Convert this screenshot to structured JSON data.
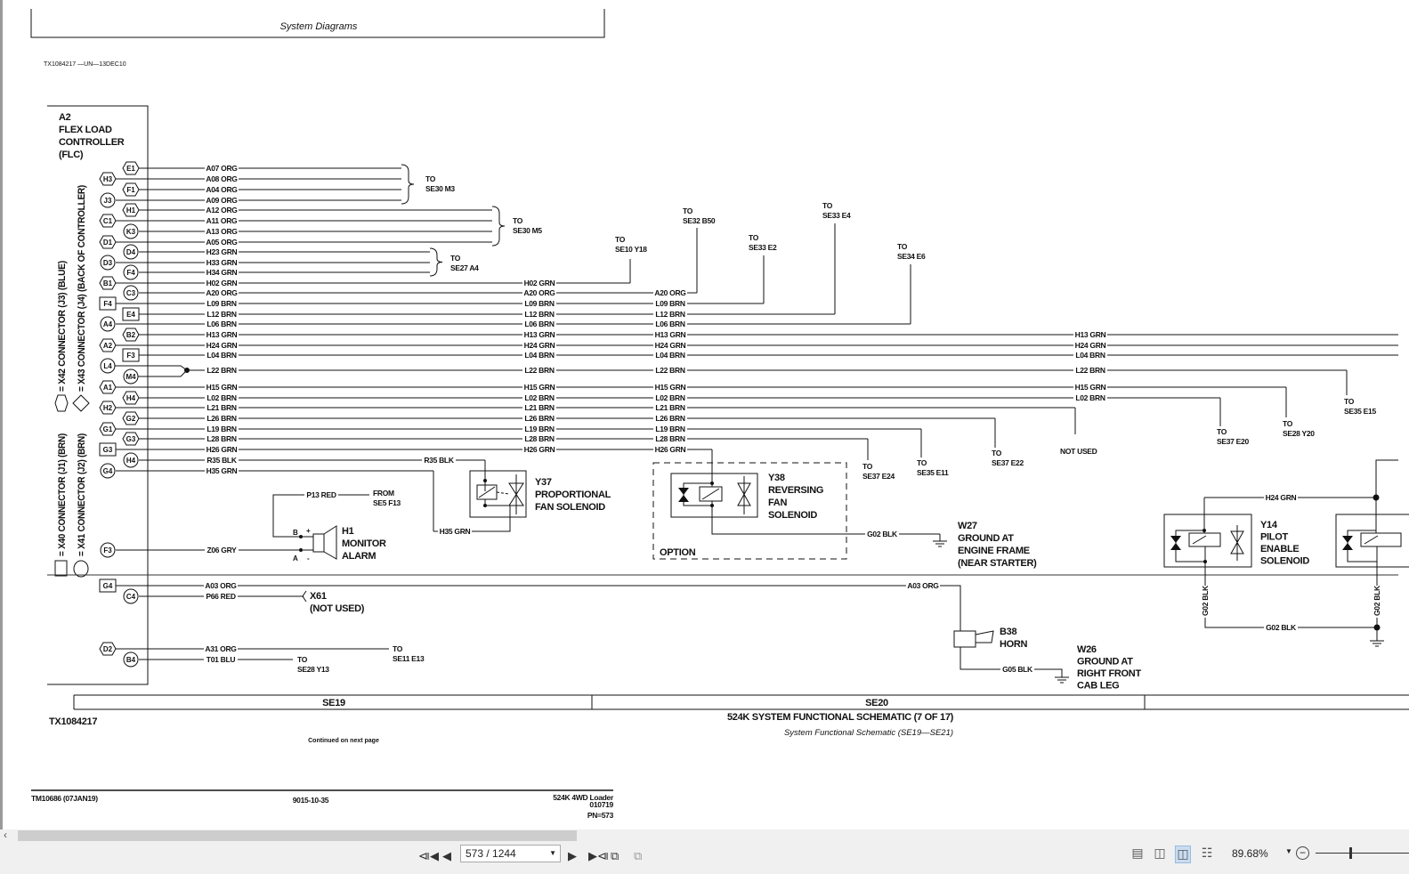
{
  "header": {
    "title": "System Diagrams",
    "figure_id": "TX1084217 —UN—13DEC10"
  },
  "controller": {
    "ref": "A2",
    "lines": [
      "FLEX LOAD",
      "CONTROLLER",
      "(FLC)"
    ]
  },
  "legend": {
    "x42": "= X42 CONNECTOR (J3) (BLUE)",
    "x43": "= X43 CONNECTOR (J4) (BACK OF CONTROLLER)",
    "x40": "= X40 CONNECTOR (J1) (BRN)",
    "x41": "= X41 CONNECTOR (J2) (BRN)"
  },
  "rows": [
    {
      "pin": "E1",
      "shape": "hex",
      "label": "A07 ORG"
    },
    {
      "pin": "H3",
      "shape": "hex",
      "label": "A08 ORG"
    },
    {
      "pin": "F1",
      "shape": "hex",
      "label": "A04 ORG"
    },
    {
      "pin": "J3",
      "shape": "circle",
      "label": "A09 ORG"
    },
    {
      "pin": "H1",
      "shape": "hex",
      "label": "A12 ORG"
    },
    {
      "pin": "C1",
      "shape": "hex",
      "label": "A11 ORG"
    },
    {
      "pin": "K3",
      "shape": "circle",
      "label": "A13 ORG"
    },
    {
      "pin": "D1",
      "shape": "hex",
      "label": "A05 ORG"
    },
    {
      "pin": "D4",
      "shape": "circle",
      "label": "H23 GRN"
    },
    {
      "pin": "D3",
      "shape": "circle",
      "label": "H33 GRN"
    },
    {
      "pin": "F4",
      "shape": "circle",
      "label": "H34 GRN"
    },
    {
      "pin": "B1",
      "shape": "hex",
      "label": "H02 GRN"
    },
    {
      "pin": "C3",
      "shape": "circle",
      "label": "A20 ORG"
    },
    {
      "pin": "F4",
      "shape": "square",
      "label": "L09 BRN"
    },
    {
      "pin": "E4",
      "shape": "square",
      "label": "L12 BRN"
    },
    {
      "pin": "A4",
      "shape": "circle",
      "label": "L06 BRN"
    },
    {
      "pin": "B2",
      "shape": "hex",
      "label": "H13 GRN"
    },
    {
      "pin": "A2",
      "shape": "hex",
      "label": "H24 GRN"
    },
    {
      "pin": "F3",
      "shape": "square",
      "label": "L04 BRN"
    },
    {
      "pin": "L4",
      "shape": "circle",
      "pin2": "M4",
      "shape2": "circle",
      "label": "L22 BRN"
    },
    {
      "pin": "A1",
      "shape": "hex",
      "label": "H15 GRN"
    },
    {
      "pin": "H4",
      "shape": "hex",
      "label": "L02 BRN"
    },
    {
      "pin": "H2",
      "shape": "hex",
      "label": "L21 BRN"
    },
    {
      "pin": "G2",
      "shape": "hex",
      "label": "L26 BRN"
    },
    {
      "pin": "G1",
      "shape": "hex",
      "label": "L19 BRN"
    },
    {
      "pin": "G3",
      "shape": "hex",
      "label": "L28 BRN"
    },
    {
      "pin": "G3",
      "shape": "square",
      "label": "H26 GRN"
    },
    {
      "pin": "H4",
      "shape": "circle",
      "label": "R35 BLK"
    },
    {
      "pin": "G4",
      "shape": "circle",
      "label": "H35 GRN"
    }
  ],
  "lower_rows": [
    {
      "pin": "F3",
      "shape": "circle",
      "label": "Z06 GRY"
    },
    {
      "pin": "G4",
      "shape": "square",
      "label": "A03 ORG"
    },
    {
      "pin": "C4",
      "shape": "circle",
      "label": "P66 RED"
    },
    {
      "pin": "D2",
      "shape": "hex",
      "label": "A31 ORG"
    },
    {
      "pin": "B4",
      "shape": "circle",
      "label": "T01 BLU"
    }
  ],
  "destinations": [
    {
      "to": "TO",
      "ref": "SE30 M3"
    },
    {
      "to": "TO",
      "ref": "SE30 M5"
    },
    {
      "to": "TO",
      "ref": "SE27 A4"
    },
    {
      "to": "TO",
      "ref": "SE10 Y18"
    },
    {
      "to": "TO",
      "ref": "SE32 B50"
    },
    {
      "to": "TO",
      "ref": "SE33 E2"
    },
    {
      "to": "TO",
      "ref": "SE33 E4"
    },
    {
      "to": "TO",
      "ref": "SE34 E6"
    },
    {
      "to": "TO",
      "ref": "SE35 E15"
    },
    {
      "to": "TO",
      "ref": "SE28 Y20"
    },
    {
      "to": "TO",
      "ref": "SE37 E20"
    },
    {
      "to": "",
      "ref": "NOT USED"
    },
    {
      "to": "TO",
      "ref": "SE37 E22"
    },
    {
      "to": "TO",
      "ref": "SE35 E11"
    },
    {
      "to": "TO",
      "ref": "SE37 E24"
    },
    {
      "to": "FROM",
      "ref": "SE5 F13"
    },
    {
      "to": "TO",
      "ref": "SE11 E13"
    },
    {
      "to": "TO",
      "ref": "SE28 Y13"
    }
  ],
  "misc_wires": {
    "p13": "P13 RED",
    "h35": "H35 GRN",
    "g02": "G02 BLK",
    "a03": "A03 ORG",
    "g05": "G05 BLK",
    "h24": "H24 GRN",
    "g02v": "G02 BLK",
    "g02h": "G02 BLK",
    "r35": "R35 BLK"
  },
  "components": {
    "y37": [
      "Y37",
      "PROPORTIONAL",
      "FAN SOLENOID"
    ],
    "y38": [
      "Y38",
      "REVERSING",
      "FAN",
      "SOLENOID"
    ],
    "option": "OPTION",
    "h1": [
      "H1",
      "MONITOR",
      "ALARM"
    ],
    "h1_pins": {
      "b": "B",
      "a": "A",
      "plus": "+",
      "minus": "-"
    },
    "x61": [
      "X61",
      "(NOT USED)"
    ],
    "w27": [
      "W27",
      "GROUND AT",
      "ENGINE FRAME",
      "(NEAR STARTER)"
    ],
    "b38": [
      "B38",
      "HORN"
    ],
    "w26": [
      "W26",
      "GROUND AT",
      "RIGHT FRONT",
      "CAB LEG"
    ],
    "y14": [
      "Y14",
      "PILOT",
      "ENABLE",
      "SOLENOID"
    ]
  },
  "sheet": {
    "sections": [
      "SE19",
      "SE20"
    ],
    "title": "524K SYSTEM FUNCTIONAL SCHEMATIC (7 OF 17)",
    "subtitle": "System Functional Schematic (SE19—SE21)",
    "figure": "TX1084217",
    "continued": "Continued on next page"
  },
  "footer": {
    "manual": "TM10686 (07JAN19)",
    "page_code": "9015-10-35",
    "machine": "524K 4WD Loader",
    "code": "010719",
    "pn": "PN=573"
  },
  "viewer": {
    "page_display": "573 / 1244",
    "zoom": "89.68%"
  }
}
